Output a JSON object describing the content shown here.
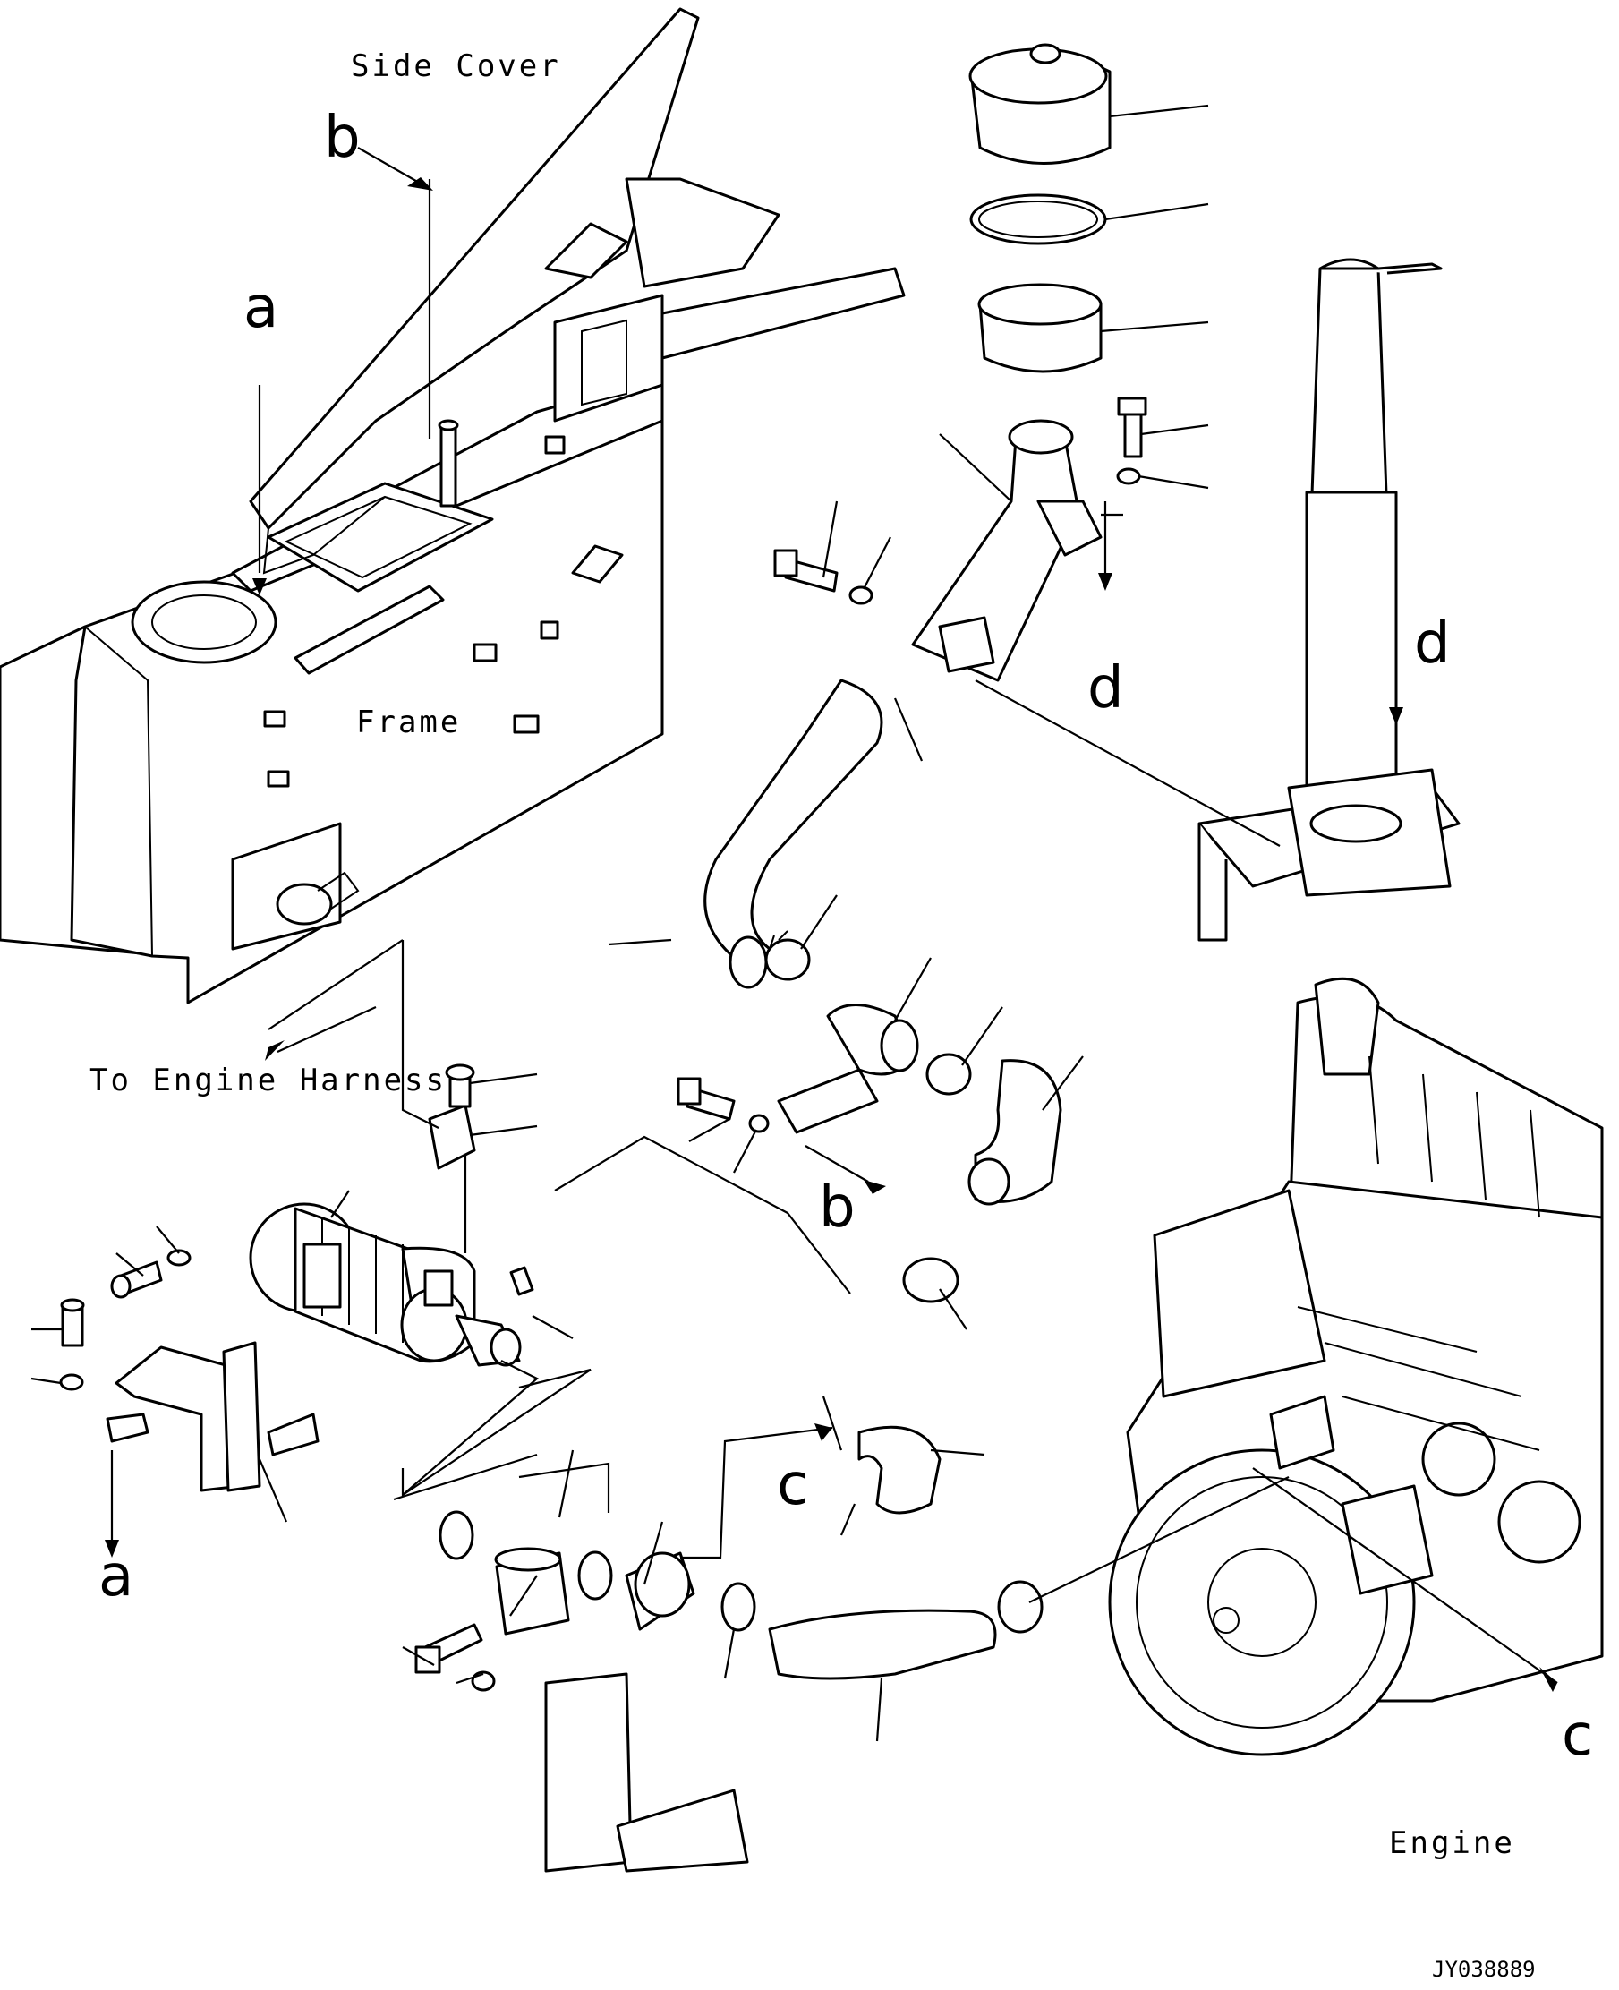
{
  "labels": {
    "side_cover": "Side Cover",
    "frame": "Frame",
    "to_engine_harness": "To Engine Harness",
    "engine": "Engine",
    "drawing_id": "JY038889"
  },
  "reference_letters": {
    "a_top": "a",
    "a_bottom": "a",
    "b_top": "b",
    "b_bottom": "b",
    "c_left": "c",
    "c_right": "c",
    "d_left": "d",
    "d_right": "d"
  },
  "colors": {
    "line": "#000000",
    "background": "#ffffff"
  }
}
